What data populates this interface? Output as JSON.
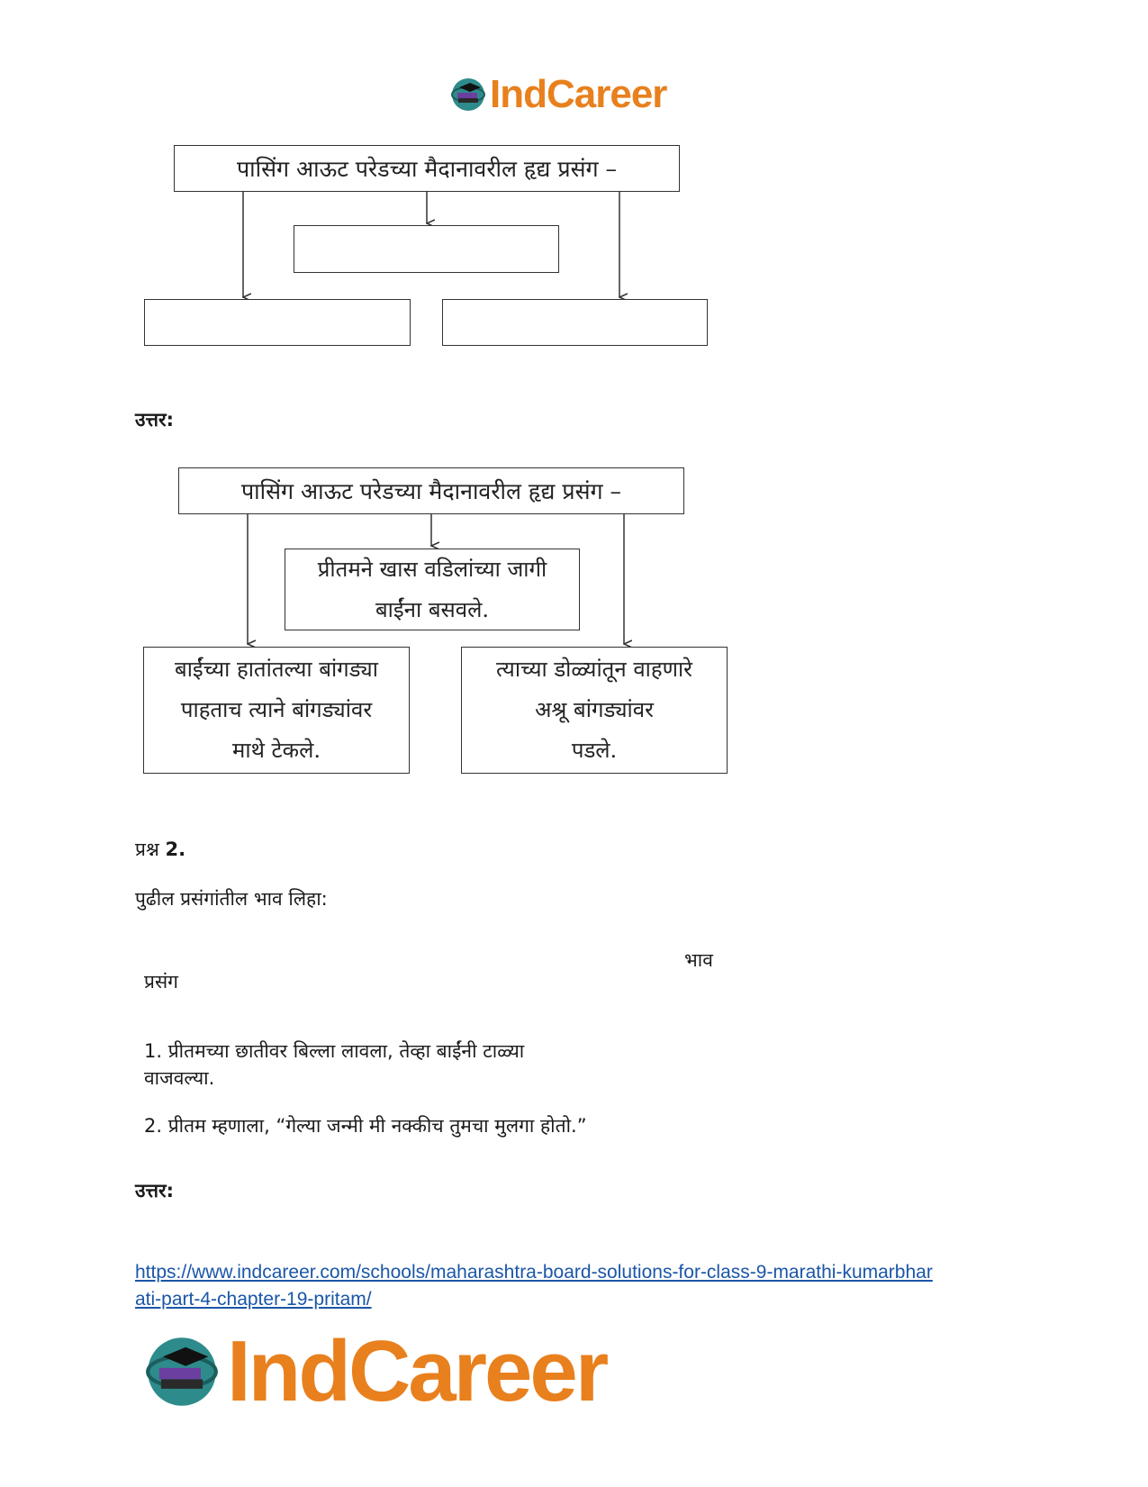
{
  "logo": {
    "brand": "IndCareer"
  },
  "diagram_blank": {
    "heading": "पासिंग आऊट परेडच्या मैदानावरील हृद्य प्रसंग –"
  },
  "answer_label_1": "उत्तर:",
  "diagram_filled": {
    "heading": "पासिंग आऊट परेडच्या मैदानावरील हृद्य प्रसंग –",
    "center_lines": [
      "प्रीतमने खास वडिलांच्या जागी",
      "बाईंना बसवले."
    ],
    "left_lines": [
      "बाईंच्या हातांतल्या बांगड्या",
      "पाहताच त्याने बांगड्यांवर",
      "माथे टेकले."
    ],
    "right_lines": [
      "त्याच्या डोळ्यांतून वाहणारे",
      "अश्रू बांगड्यांवर",
      "पडले."
    ]
  },
  "question": {
    "prefix": "प्रश्न",
    "number": "2."
  },
  "instruction": "पुढील प्रसंगांतील भाव लिहा:",
  "table": {
    "col_prasang": "प्रसंग",
    "col_bhav": "भाव",
    "items": [
      {
        "line1": "1. प्रीतमच्या छातीवर बिल्ला लावला, तेव्हा बाईंनी टाळ्या",
        "line2": "वाजवल्या."
      },
      {
        "line1": "2. प्रीतम म्हणाला, “गेल्या जन्मी मी नक्कीच तुमचा मुलगा होतो.”"
      }
    ]
  },
  "answer_label_2": "उत्तर:",
  "link": {
    "line1": "https://www.indcareer.com/schools/maharashtra-board-solutions-for-class-9-marathi-kumarbhar",
    "line2": "ati-part-4-chapter-19-pritam/"
  },
  "colors": {
    "brand_orange": "#e8801e",
    "link_blue": "#1a56a8"
  }
}
